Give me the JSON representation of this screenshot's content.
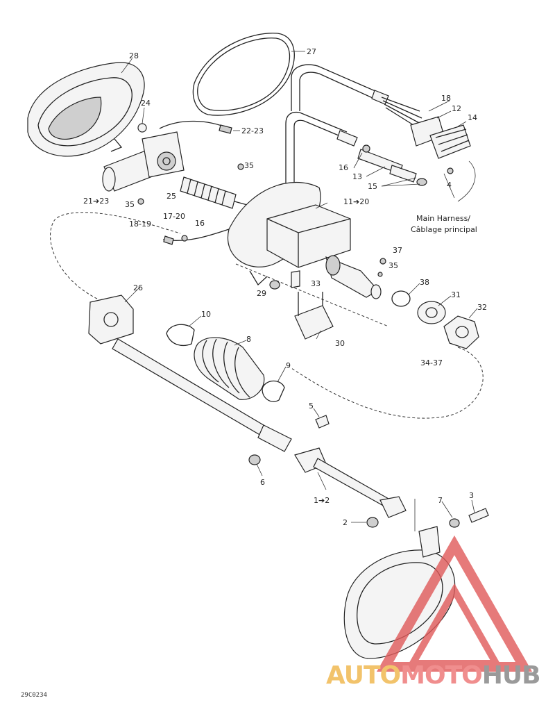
{
  "figure_code": "29C0234",
  "callouts": {
    "c28": "28",
    "c27": "27",
    "c24": "24",
    "c22_23": "22-23",
    "c18": "18",
    "c12": "12",
    "c14": "14",
    "c35a": "35",
    "c16a": "16",
    "c13": "13",
    "c15": "15",
    "c4": "4",
    "c21_23": "21➔23",
    "c35b": "35",
    "c25": "25",
    "c11_20": "11➔20",
    "c18_19": "18-19",
    "c17_20": "17-20",
    "c16b": "16",
    "c37": "37",
    "c35c": "35",
    "c33": "33",
    "c29": "29",
    "c38": "38",
    "c31": "31",
    "c32": "32",
    "c26": "26",
    "c10": "10",
    "c8": "8",
    "c9": "9",
    "c30": "30",
    "c34_37": "34-37",
    "c5": "5",
    "c6": "6",
    "c1_2": "1➔2",
    "c7": "7",
    "c3": "3",
    "c2": "2"
  },
  "harness_note": {
    "line1": "Main Harness/",
    "line2": "Câblage principal"
  },
  "watermark": {
    "part1": "AUTO",
    "part2": "MOTO",
    "part3": "HUB",
    "color_yellow": "#f2c36b",
    "color_red": "#f08e8e",
    "color_gray": "#9a9a9a"
  }
}
